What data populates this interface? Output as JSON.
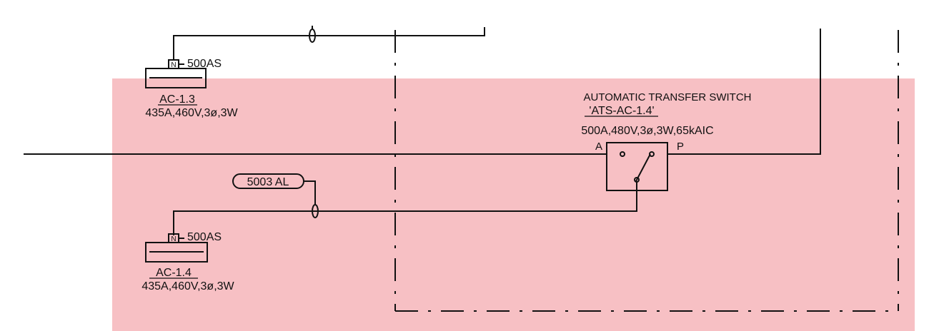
{
  "colors": {
    "highlight": "#f7c0c4",
    "ink": "#111111",
    "background": "#ffffff"
  },
  "panel_upper": {
    "tag": "N",
    "rating": "500AS",
    "name": "AC-1.3",
    "spec": "435A,460V,3ø,3W"
  },
  "panel_lower": {
    "tag": "N",
    "rating": "500AS",
    "name": "AC-1.4",
    "spec": "435A,460V,3ø,3W"
  },
  "ats": {
    "title": "AUTOMATIC TRANSFER SWITCH",
    "name": "'ATS-AC-1.4'",
    "spec": "500A,480V,3ø,3W,65kAIC",
    "terminal_a": "A",
    "terminal_p": "P"
  },
  "feeder_tag": "5003 AL"
}
